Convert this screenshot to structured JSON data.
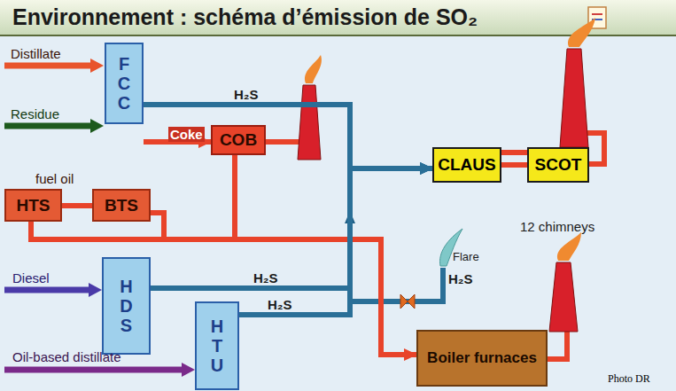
{
  "diagram": {
    "title": "Environnement : schéma d’émission de SO₂",
    "nodes": [
      {
        "text": [
          "FCC"
        ]
      },
      {
        "text": [
          "COB"
        ]
      },
      {
        "text": [
          "HTS"
        ]
      },
      {
        "text": [
          "BTS"
        ]
      },
      {
        "text": [
          "HDS"
        ]
      },
      {
        "text": [
          "HTU"
        ]
      },
      {
        "text": [
          "CLAUS"
        ]
      },
      {
        "text": [
          "SCOT"
        ]
      },
      {
        "text": [
          "Boiler furnaces"
        ]
      }
    ],
    "edges": [
      {
        "from": 0,
        "to": 6,
        "label": "H₂S",
        "arrow": "to"
      },
      {
        "from": 0,
        "to": 1,
        "label": "Coke",
        "arrow": "to"
      },
      {
        "from": 2,
        "to": 3,
        "arrow": "none"
      },
      {
        "from": 3,
        "to": 8,
        "arrow": "to"
      },
      {
        "from": 4,
        "to": 6,
        "label": "H₂S",
        "arrow": "to"
      },
      {
        "from": 5,
        "to": 6,
        "label": "H₂S",
        "arrow": "to"
      },
      {
        "from": 6,
        "to": 7,
        "arrow": "none"
      }
    ],
    "labels": [
      "Distillate",
      "Residue",
      "fuel oil",
      "Diesel",
      "Oil-based distillate",
      "Flare",
      "H₂S",
      "12 chimneys",
      "Photo DR"
    ]
  }
}
